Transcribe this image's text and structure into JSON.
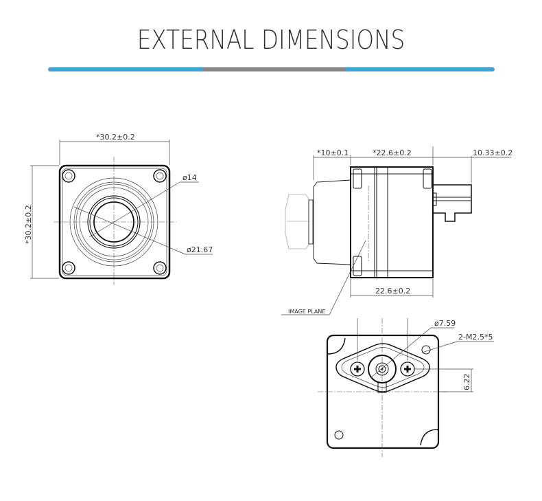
{
  "header": {
    "title": "EXTERNAL DIMENSIONS"
  },
  "colors": {
    "accent": "#42a0d6",
    "divider_mid": "#858585",
    "text": "#333333"
  },
  "front_view": {
    "width": "*30.2±0.2",
    "height": "*30.2±0.2",
    "inner_dia": "ø14",
    "outer_dia": "ø21.67"
  },
  "side_view": {
    "lens_length": "*10±0.1",
    "body_length_top": "*22.6±0.2",
    "connector_length": "10.33±0.2",
    "body_length_bottom": "22.6±0.2",
    "image_plane": "IMAGE PLANE"
  },
  "rear_view": {
    "connector_dia": "ø7.59",
    "mount_holes": "2-M2.5*5",
    "offset": "6.22"
  }
}
